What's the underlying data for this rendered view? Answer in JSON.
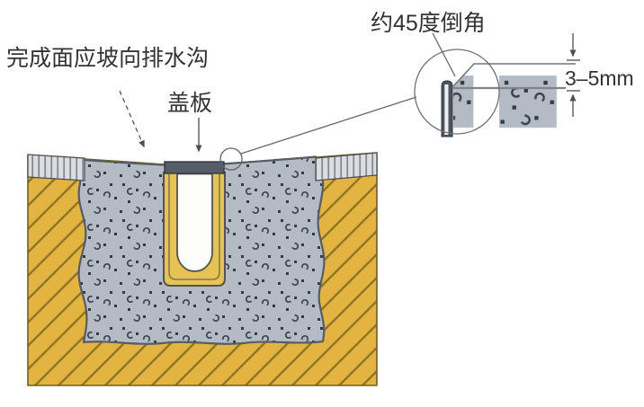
{
  "figure": {
    "type": "construction-detail-diagram",
    "subject": "drainage-channel-cross-section",
    "labels": {
      "surface_slope": "完成面应坡向排水沟",
      "cover_plate": "盖板",
      "chamfer": "约45度倒角",
      "edge_height": "3–5mm"
    },
    "callouts": {
      "detail_circle": "magnified-edge-detail",
      "surface_marker": "detail-source-circle"
    },
    "colors": {
      "soil_fill": "#e3b441",
      "soil_hatch": "#8f7524",
      "concrete_fill": "#b5bbc4",
      "concrete_speckle": "#333b46",
      "pavement_fill": "#dbdde0",
      "pavement_stripe": "#82868d",
      "cover_plate": "#565d66",
      "channel_body": "#e7c254",
      "channel_interior": "#fcfcf9",
      "steel_edge": "#4d545c",
      "line": "#5a6065",
      "text": "#333333"
    }
  }
}
